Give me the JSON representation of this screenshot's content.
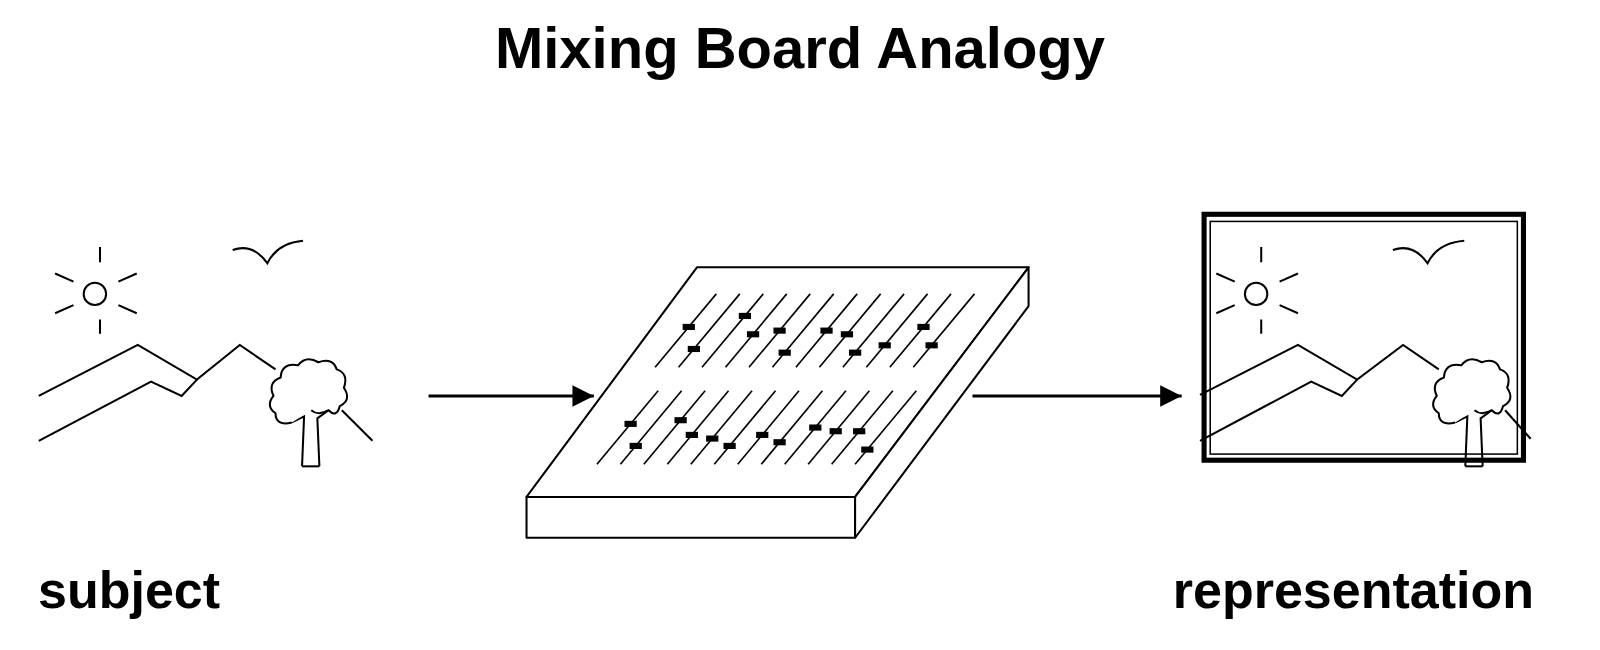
{
  "diagram": {
    "title": "Mixing Board Analogy",
    "labels": [
      "subject",
      "representation"
    ]
  }
}
